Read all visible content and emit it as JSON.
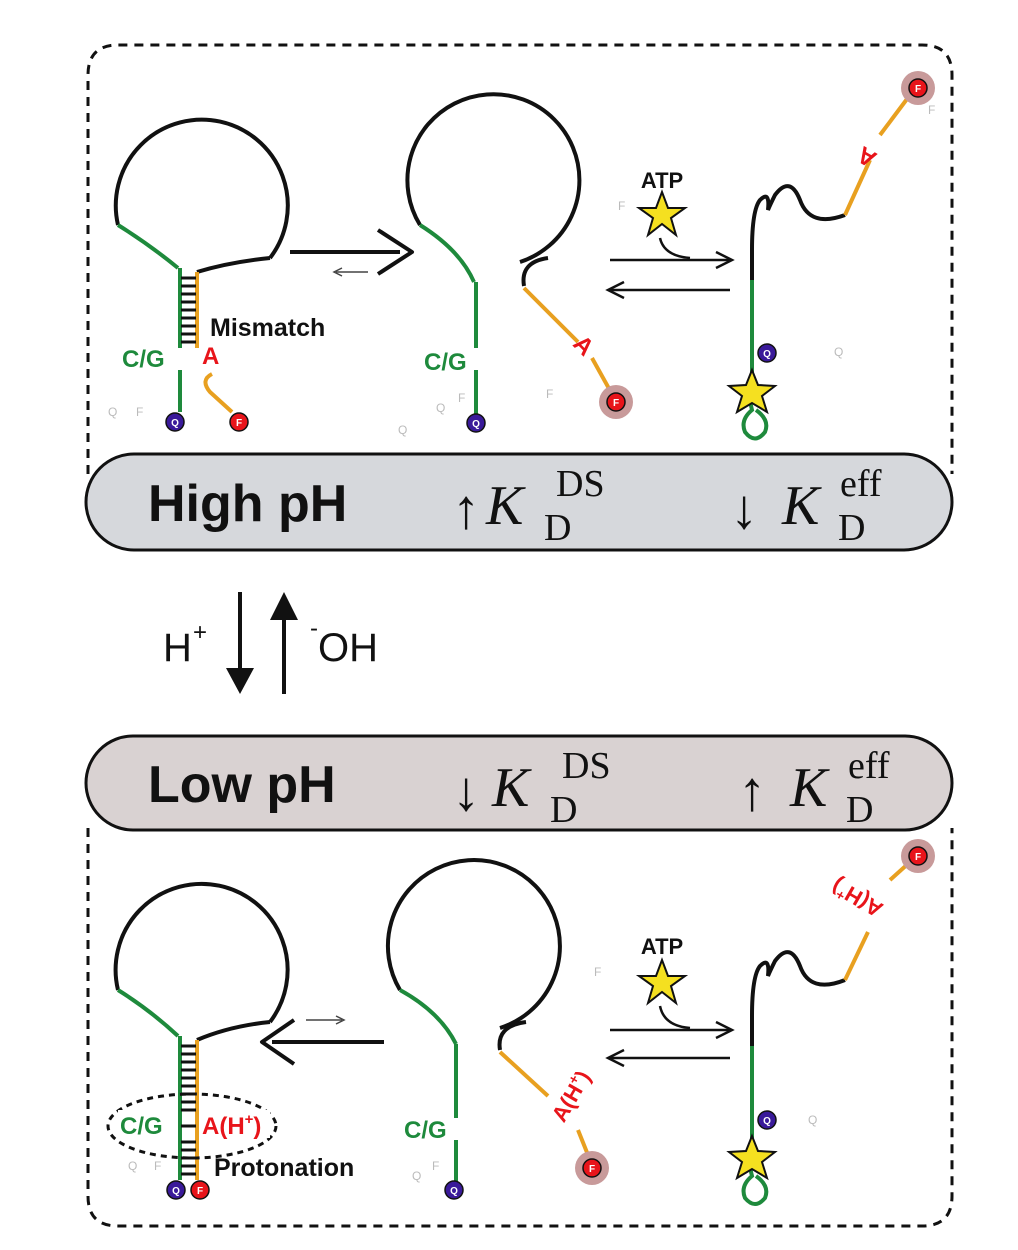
{
  "colors": {
    "black": "#111111",
    "green": "#1e8a3c",
    "orange": "#e8a020",
    "red": "#e8141a",
    "quencher": "#3a1a9a",
    "star": "#f5e020",
    "panel_top": "#d6d8dc",
    "panel_bottom": "#d9d2d2",
    "halo": "#c89a9a"
  },
  "labels": {
    "mismatch": "Mismatch",
    "protonation": "Protonation",
    "cg": "C/G",
    "a": "A",
    "a_h": "A(H",
    "a_h_plus": "+",
    "a_h_close": ")",
    "atp": "ATP",
    "f": "F",
    "q": "Q"
  },
  "bars": {
    "high": {
      "title": "High pH",
      "k1_arrow": "↑",
      "k1_base": "K",
      "k1_sub": "D",
      "k1_sup": "DS",
      "k2_arrow": "↓",
      "k2_base": "K",
      "k2_sub": "D",
      "k2_sup": "eff"
    },
    "low": {
      "title": "Low pH",
      "k1_arrow": "↓",
      "k1_base": "K",
      "k1_sub": "D",
      "k1_sup": "DS",
      "k2_arrow": "↑",
      "k2_base": "K",
      "k2_sub": "D",
      "k2_sup": "eff"
    }
  },
  "middle": {
    "h_base": "H",
    "h_sup": "+",
    "oh_sup": "-",
    "oh_base": "OH"
  },
  "icons": [
    "star-icon",
    "fluorophore-icon",
    "quencher-icon",
    "arrow-icon"
  ]
}
